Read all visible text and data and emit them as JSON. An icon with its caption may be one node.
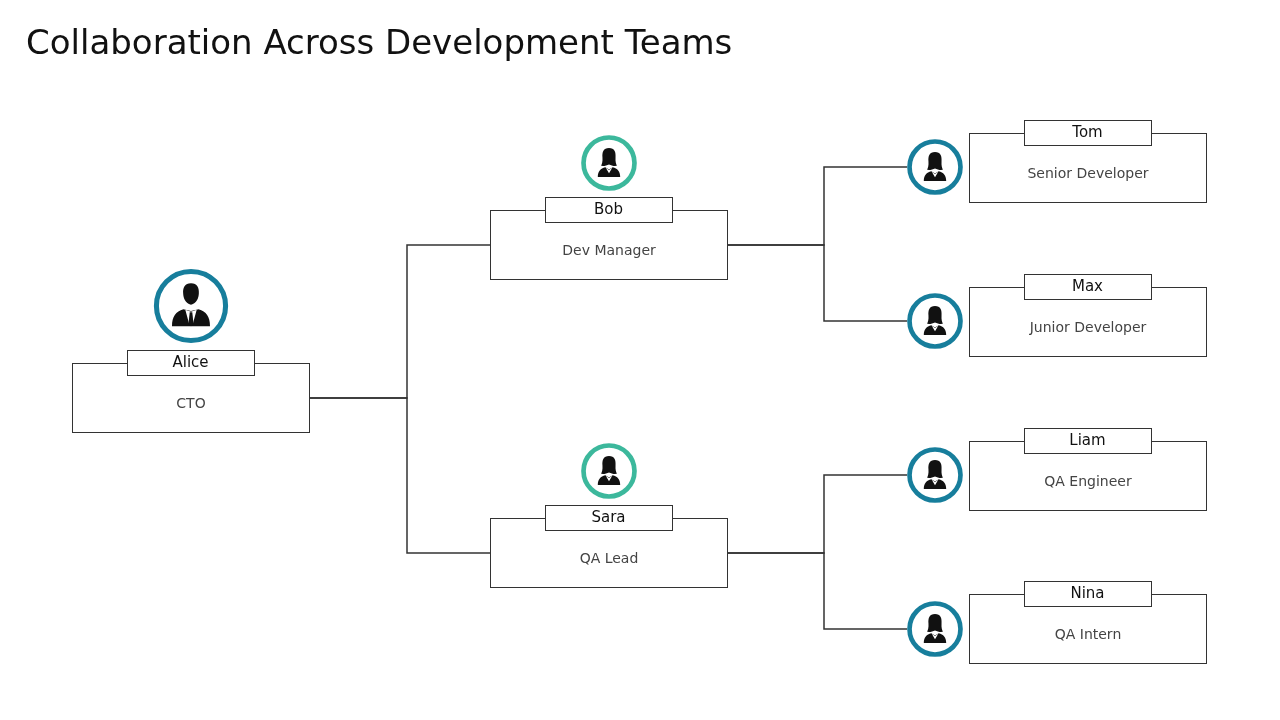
{
  "diagram": {
    "title": "Collaboration Across Development Teams",
    "nodes": [
      {
        "text": [
          "Alice",
          "CTO"
        ]
      },
      {
        "text": [
          "Bob",
          "Dev Manager"
        ]
      },
      {
        "text": [
          "Sara",
          "QA Lead"
        ]
      },
      {
        "text": [
          "Tom",
          "Senior Developer"
        ]
      },
      {
        "text": [
          "Max",
          "Junior Developer"
        ]
      },
      {
        "text": [
          "Liam",
          "QA Engineer"
        ]
      },
      {
        "text": [
          "Nina",
          "QA Intern"
        ]
      }
    ],
    "edges": [
      {
        "from": 0,
        "to": 1,
        "arrow": "none"
      },
      {
        "from": 0,
        "to": 2,
        "arrow": "none"
      },
      {
        "from": 1,
        "to": 3,
        "arrow": "none"
      },
      {
        "from": 1,
        "to": 4,
        "arrow": "none"
      },
      {
        "from": 2,
        "to": 5,
        "arrow": "none"
      },
      {
        "from": 2,
        "to": 6,
        "arrow": "none"
      }
    ]
  }
}
